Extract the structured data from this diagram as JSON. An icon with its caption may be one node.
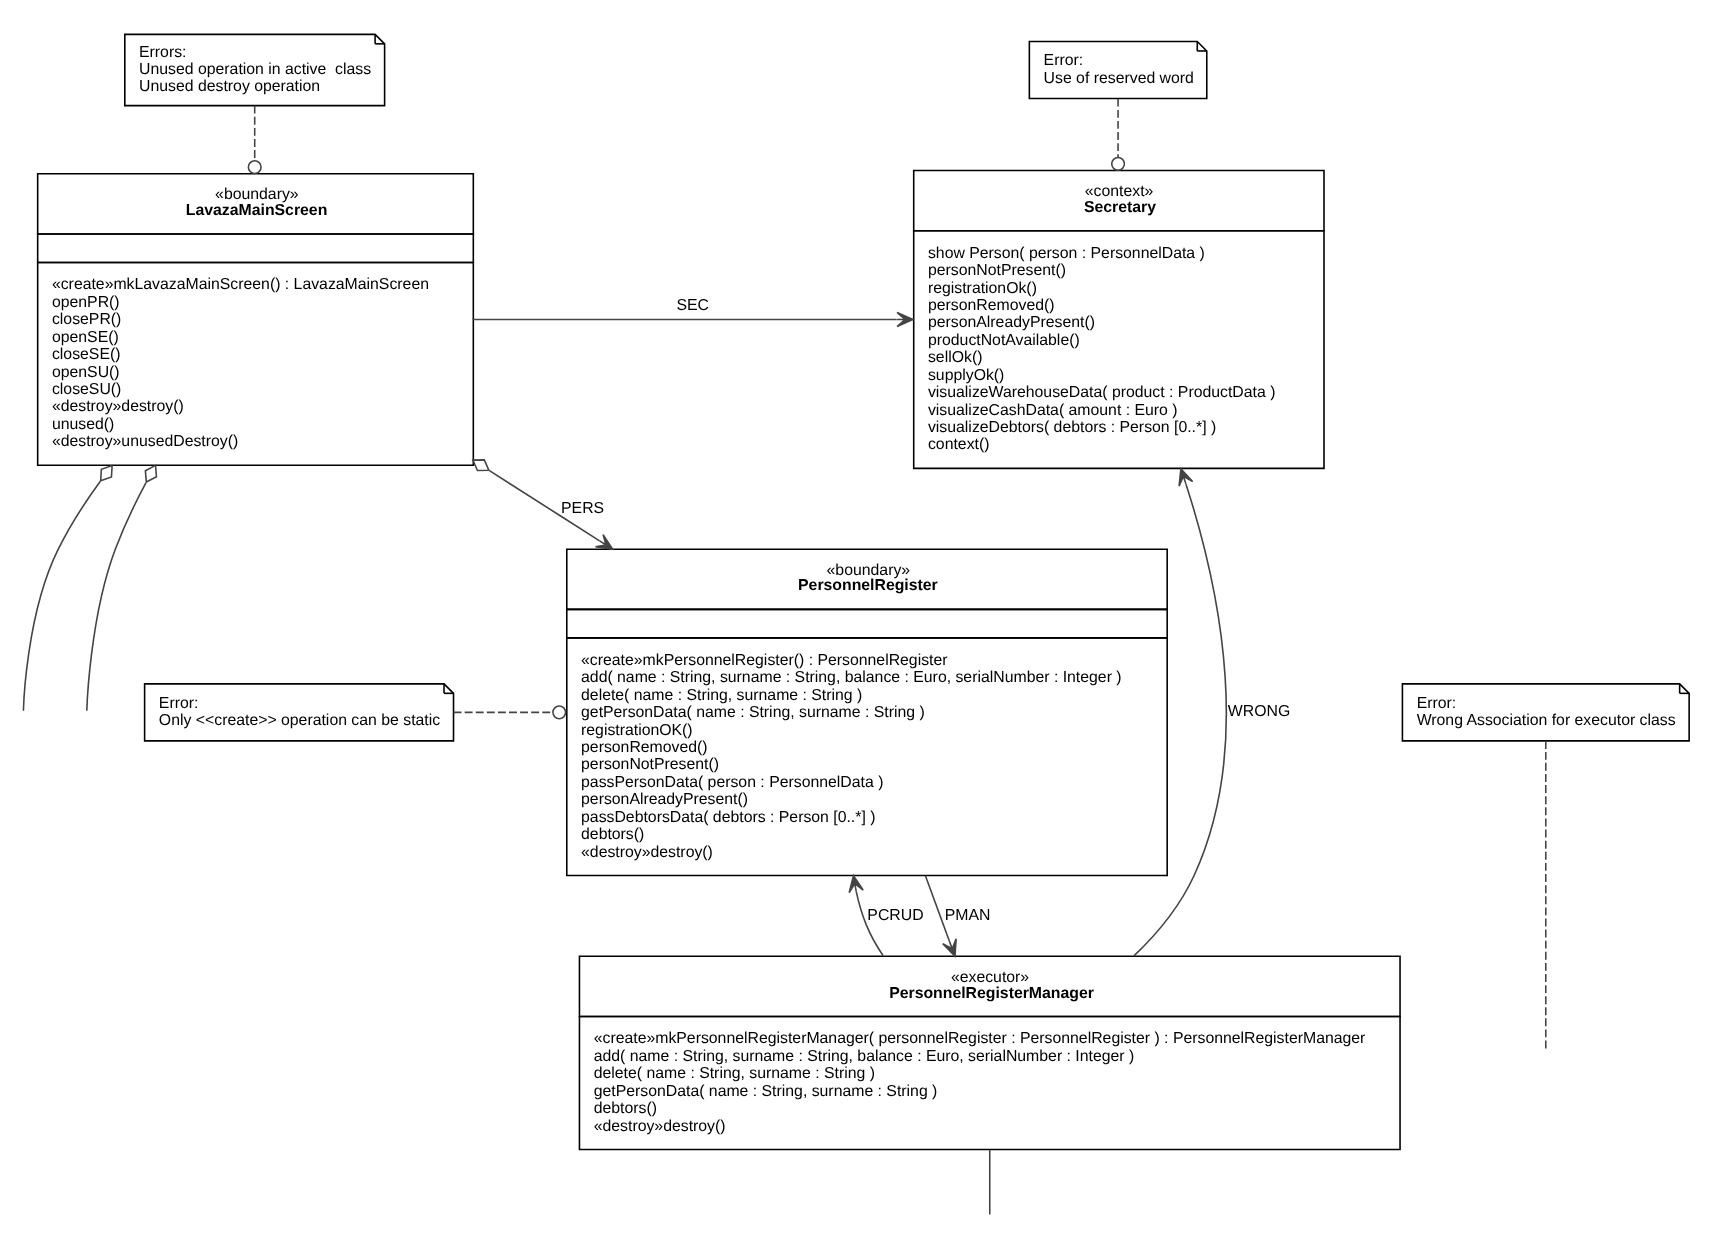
{
  "diagram": {
    "nodes": [
      {
        "text": [
          "«context»",
          "Secretary",
          "show Person( person : PersonnelData )",
          "personNotPresent()",
          "registrationOk()",
          "personRemoved()",
          "personAlreadyPresent()",
          "productNotAvailable()",
          "sellOk()",
          "supplyOk()",
          "visualizeWarehouseData( product : ProductData )",
          "visualizeCashData( amount : Euro )",
          "visualizeDebtors( debtors : Person [0..*] )",
          "context()"
        ]
      },
      {
        "text": [
          "«boundary»",
          "LavazaMainScreen",
          "«create»mkLavazaMainScreen() : LavazaMainScreen",
          "openPR()",
          "closePR()",
          "openSE()",
          "closeSE()",
          "openSU()",
          "closeSU()",
          "«destroy»destroy()",
          "unused()",
          "«destroy»unusedDestroy()"
        ]
      },
      {
        "text": [
          "Errors:",
          "Unused operation in active  class",
          "Unused destroy operation"
        ]
      },
      {
        "text": [
          "Error:",
          "Use of reserved word"
        ]
      },
      {
        "text": [
          "«boundary»",
          "PersonnelRegister",
          "«create»mkPersonnelRegister() : PersonnelRegister",
          "add( name : String, surname : String, balance : Euro, serialNumber : Integer )",
          "delete( name : String, surname : String )",
          "getPersonData( name : String, surname : String )",
          "registrationOK()",
          "personRemoved()",
          "personNotPresent()",
          "passPersonData( person : PersonnelData )",
          "personAlreadyPresent()",
          "passDebtorsData( debtors : Person [0..*] )",
          "debtors()",
          "«destroy»destroy()"
        ]
      },
      {
        "text": [
          "Error:",
          "Only <<create>> operation can be static"
        ]
      },
      {
        "text": [
          "Error:",
          "Wrong Association for executor class"
        ]
      },
      {
        "text": [
          "«executor»",
          "PersonnelRegisterManager",
          "«create»mkPersonnelRegisterManager( personnelRegister : PersonnelRegister ) : PersonnelRegisterManager",
          "add( name : String, surname : String, balance : Euro, serialNumber : Integer )",
          "delete( name : String, surname : String )",
          "getPersonData( name : String, surname : String )",
          "debtors()",
          "«destroy»destroy()"
        ]
      }
    ],
    "edges": [
      {
        "from": 1,
        "to": 0,
        "arrow": "to",
        "label": "SEC"
      },
      {
        "from": 1,
        "to": 4,
        "arrow": "to",
        "label": "PERS"
      },
      {
        "from": 1,
        "to": null,
        "arrow": "other"
      },
      {
        "from": 1,
        "to": null,
        "arrow": "other"
      },
      {
        "from": 4,
        "to": 7,
        "arrow": "to",
        "label": "PMAN"
      },
      {
        "from": 7,
        "to": 4,
        "arrow": "to",
        "label": "PCRUD"
      },
      {
        "from": 7,
        "to": 0,
        "arrow": "to",
        "label": "WRONG"
      },
      {
        "from": 7,
        "to": null,
        "arrow": "none"
      },
      {
        "from": 3,
        "to": 0,
        "arrow": "other",
        "style": "dashed"
      },
      {
        "from": 2,
        "to": 1,
        "arrow": "other",
        "style": "dashed"
      },
      {
        "from": 5,
        "to": 4,
        "arrow": "other",
        "style": "dashed"
      },
      {
        "from": 6,
        "to": null,
        "arrow": "none",
        "style": "dashed"
      }
    ]
  }
}
